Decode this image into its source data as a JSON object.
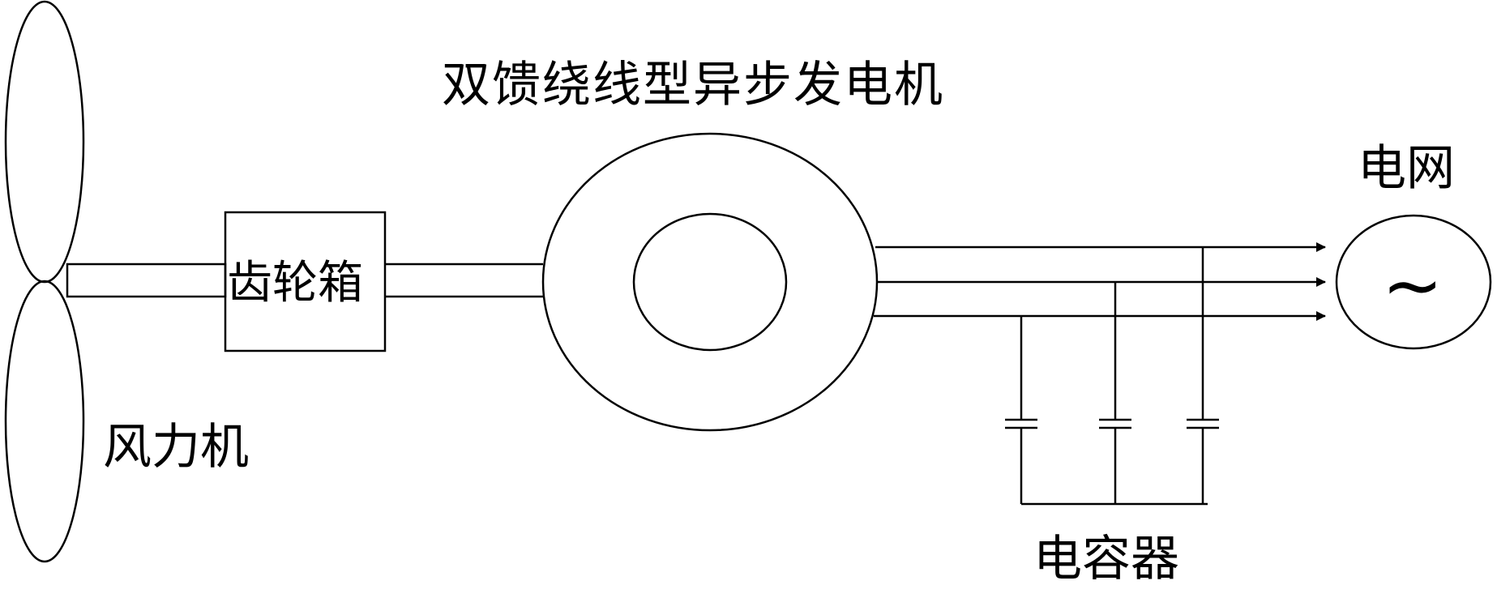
{
  "labels": {
    "generator": "双馈绕线型异步发电机",
    "grid": "电网",
    "gearbox": "齿轮箱",
    "turbine": "风力机",
    "capacitor": "电容器",
    "ac_symbol": "~"
  },
  "colors": {
    "stroke": "#000000",
    "background": "#ffffff"
  }
}
